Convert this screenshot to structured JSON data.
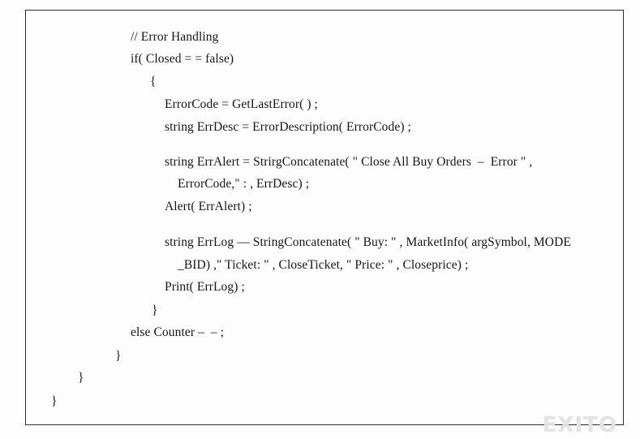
{
  "code": {
    "lines": [
      "// Error Handling",
      "if( Closed = = false)",
      "{",
      "ErrorCode = GetLastError( ) ;",
      "string ErrDesc = ErrorDescription( ErrorCode) ;",
      "string ErrAlert = StrirgConcatenate( \" Close All Buy Orders  –  Error \" ,",
      "ErrorCode,\" : , ErrDesc) ;",
      "Alert( ErrAlert) ;",
      "string ErrLog — StringConcatenate( \" Buy: \" , MarketInfo( argSymbol, MODE",
      "_BID) ,\" Ticket: \" , CloseTicket, \" Price: \" , Closeprice) ;",
      "Print( ErrLog) ;",
      "}",
      "else Counter –  – ;",
      "}",
      "}",
      "}"
    ]
  },
  "watermark": {
    "text": "EXITO"
  }
}
